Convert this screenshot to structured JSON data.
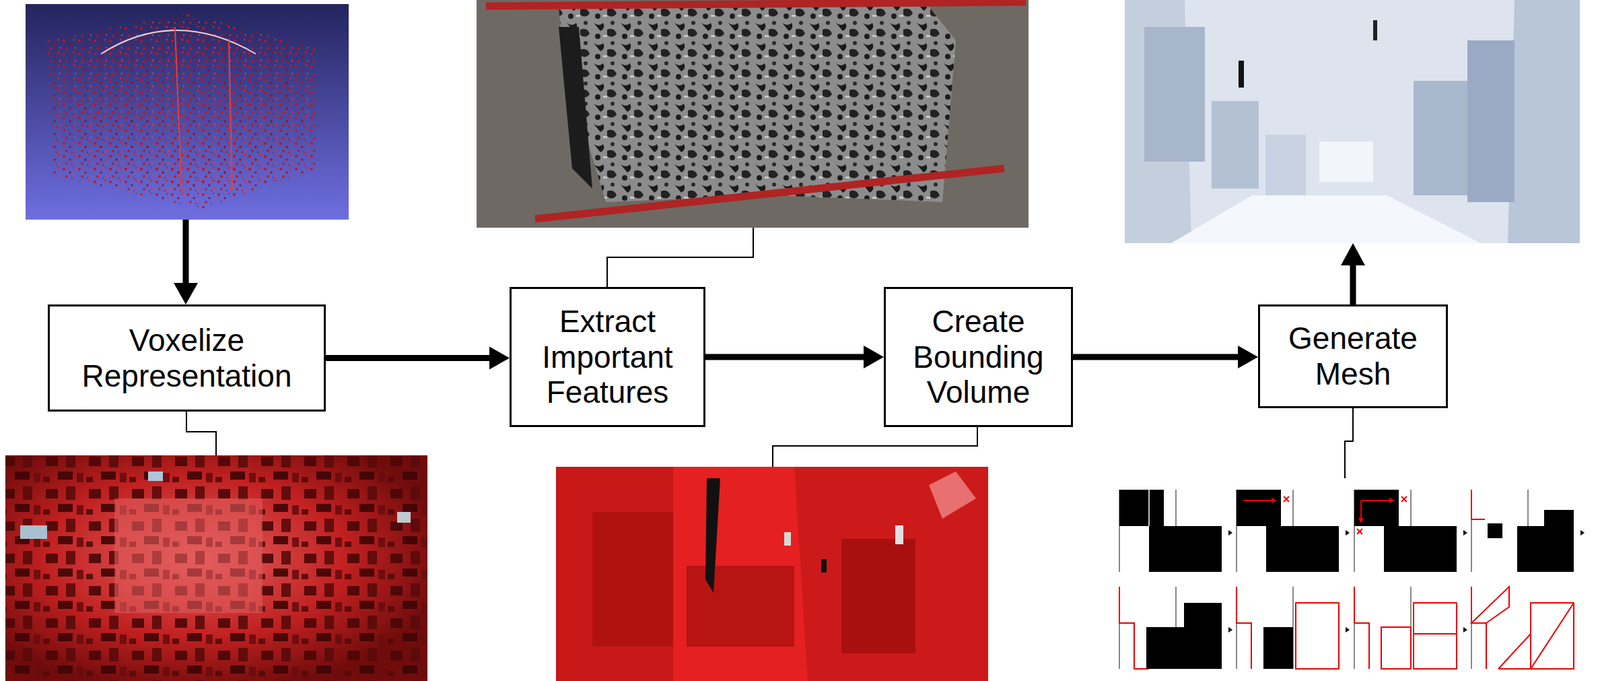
{
  "diagram": {
    "nodes": [
      {
        "text": [
          "Voxelize Representation"
        ]
      },
      {
        "text": [
          "Extract Important Features"
        ]
      },
      {
        "text": [
          "Create Bounding Volume"
        ]
      },
      {
        "text": [
          "Generate Mesh"
        ]
      }
    ],
    "edges": [
      {
        "from": 0,
        "to": 1,
        "arrow": "to"
      },
      {
        "from": 1,
        "to": 2,
        "arrow": "to"
      },
      {
        "from": 2,
        "to": 3,
        "arrow": "to"
      }
    ]
  }
}
